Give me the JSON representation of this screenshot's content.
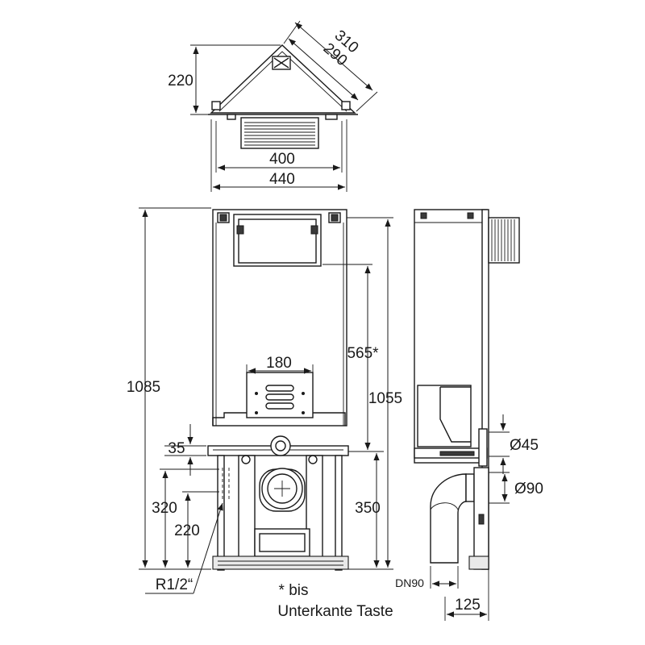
{
  "dimensions": {
    "top_depth": "220",
    "top_diag_outer": "310",
    "top_diag_inner": "290",
    "top_inner_width": "400",
    "top_outer_width": "440",
    "total_height": "1085",
    "height_to_flush": "1055",
    "flush_plate_height": "565*",
    "pan_connection_spacing": "180",
    "rail_offset": "35",
    "water_inlet_height": "320",
    "water_inlet_lower": "220",
    "waste_height": "350",
    "connection_45": "Ø45",
    "connection_90": "Ø90",
    "side_depth": "125"
  },
  "labels": {
    "water_thread": "R1/2“",
    "waste_pipe": "DN90",
    "note_line1": "* bis",
    "note_line2": "Unterkante Taste"
  }
}
